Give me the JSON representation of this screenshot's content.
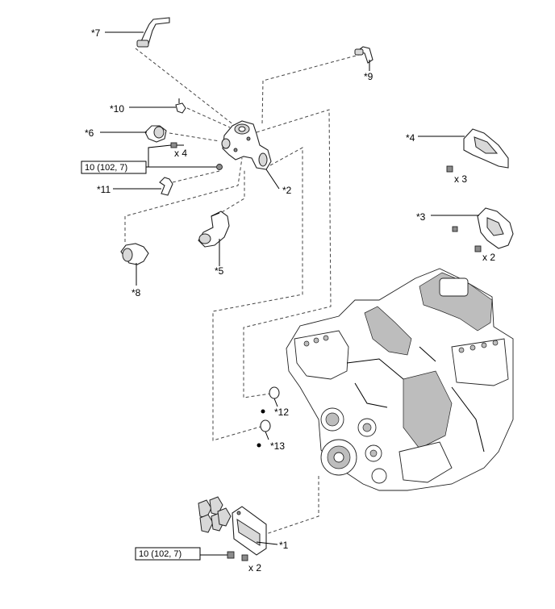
{
  "callouts": {
    "p1": "*1",
    "p2": "*2",
    "p3": "*3",
    "p4": "*4",
    "p5": "*5",
    "p6": "*6",
    "p7": "*7",
    "p8": "*8",
    "p9": "*9",
    "p10": "*10",
    "p11": "*11",
    "p12": "*12",
    "p13": "*13"
  },
  "torque": {
    "water_outlet": "10 (102, 7)",
    "bracket": "10 (102, 7)"
  },
  "quantities": {
    "outlet_bolts": "x 4",
    "p4_bolts": "x 3",
    "p3_bolts": "x 2",
    "p1_bolts": "x 2"
  },
  "icons": {
    "replace_marker": "black-dot",
    "parts": [
      "hose-icon",
      "water-outlet-icon",
      "gasket-icon",
      "bracket-icon",
      "coil-connector-icon",
      "engine-block-icon"
    ]
  }
}
